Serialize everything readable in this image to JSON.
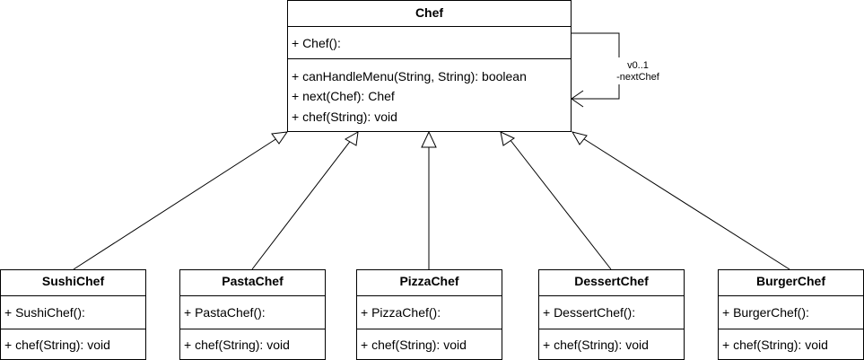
{
  "parent": {
    "name": "Chef",
    "constructors": [
      "+ Chef():"
    ],
    "methods": [
      "+ canHandleMenu(String, String): boolean",
      "+ next(Chef): Chef",
      "+ chef(String): void"
    ]
  },
  "self_association": {
    "multiplicity": "v0..1",
    "role": "-nextChef"
  },
  "children": [
    {
      "name": "SushiChef",
      "constructor": "+ SushiChef():",
      "method": "+ chef(String): void"
    },
    {
      "name": "PastaChef",
      "constructor": "+ PastaChef():",
      "method": "+ chef(String): void"
    },
    {
      "name": "PizzaChef",
      "constructor": "+ PizzaChef():",
      "method": "+ chef(String): void"
    },
    {
      "name": "DessertChef",
      "constructor": "+ DessertChef():",
      "method": "+ chef(String): void"
    },
    {
      "name": "BurgerChef",
      "constructor": "+ BurgerChef():",
      "method": "+ chef(String): void"
    }
  ]
}
